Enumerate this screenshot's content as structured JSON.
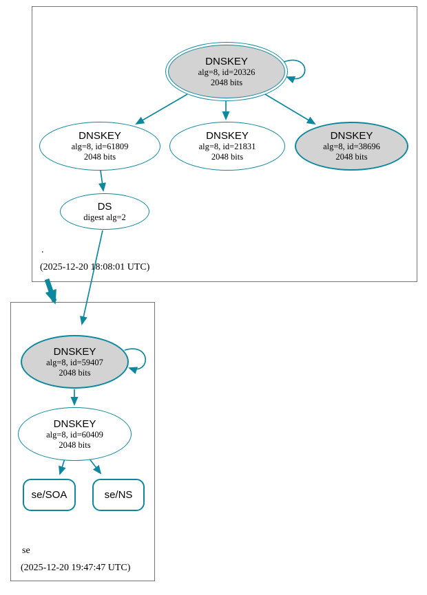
{
  "diagram": {
    "type": "dnssec-authentication-chain-graph",
    "zones": {
      "root": {
        "label": ".",
        "timestamp": "(2025-12-20 18:08:01 UTC)"
      },
      "se": {
        "label": "se",
        "timestamp": "(2025-12-20 19:47:47 UTC)"
      }
    },
    "nodes": {
      "root_ksk": {
        "title": "DNSKEY",
        "detail1": "alg=8, id=20326",
        "detail2": "2048 bits"
      },
      "root_zsk_61809": {
        "title": "DNSKEY",
        "detail1": "alg=8, id=61809",
        "detail2": "2048 bits"
      },
      "root_zsk_21831": {
        "title": "DNSKEY",
        "detail1": "alg=8, id=21831",
        "detail2": "2048 bits"
      },
      "root_ksk_38696": {
        "title": "DNSKEY",
        "detail1": "alg=8, id=38696",
        "detail2": "2048 bits"
      },
      "root_ds": {
        "title": "DS",
        "detail1": "digest alg=2"
      },
      "se_ksk": {
        "title": "DNSKEY",
        "detail1": "alg=8, id=59407",
        "detail2": "2048 bits"
      },
      "se_zsk": {
        "title": "DNSKEY",
        "detail1": "alg=8, id=60409",
        "detail2": "2048 bits"
      },
      "se_soa": {
        "label": "se/SOA"
      },
      "se_ns": {
        "label": "se/NS"
      }
    },
    "edges": [
      {
        "from": "root_ksk",
        "to": "root_ksk",
        "type": "self-signature"
      },
      {
        "from": "root_ksk",
        "to": "root_zsk_61809",
        "type": "signs"
      },
      {
        "from": "root_ksk",
        "to": "root_zsk_21831",
        "type": "signs"
      },
      {
        "from": "root_ksk",
        "to": "root_ksk_38696",
        "type": "signs"
      },
      {
        "from": "root_zsk_61809",
        "to": "root_ds",
        "type": "signs"
      },
      {
        "from": "root_ds",
        "to": "se_ksk",
        "type": "delegation"
      },
      {
        "from": "root_zone",
        "to": "se_zone",
        "type": "zone-delegation-thick-arrow"
      },
      {
        "from": "se_ksk",
        "to": "se_ksk",
        "type": "self-signature"
      },
      {
        "from": "se_ksk",
        "to": "se_zsk",
        "type": "signs"
      },
      {
        "from": "se_zsk",
        "to": "se_soa",
        "type": "signs"
      },
      {
        "from": "se_zsk",
        "to": "se_ns",
        "type": "signs"
      }
    ],
    "colors": {
      "edge": "#0d879d",
      "node_fill_gray": "#d3d3d3",
      "node_fill_white": "#ffffff",
      "zone_box_border": "#737373",
      "text": "#000000"
    }
  }
}
